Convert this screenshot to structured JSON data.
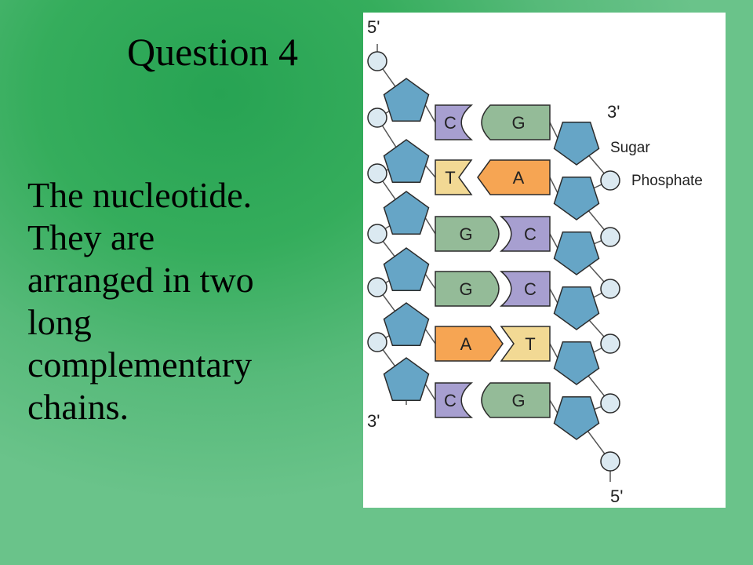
{
  "slide": {
    "title": "Question 4",
    "body_lines": [
      "The nucleotide.",
      "They are",
      "arranged in two",
      "long",
      "complementary",
      "chains."
    ]
  },
  "diagram": {
    "end_labels": {
      "left_top": "5'",
      "left_bottom": "3'",
      "right_top": "3'",
      "right_bottom": "5'"
    },
    "part_labels": {
      "sugar": "Sugar",
      "phosphate": "Phosphate"
    },
    "base_pairs": [
      {
        "left": "C",
        "right": "G"
      },
      {
        "left": "T",
        "right": "A"
      },
      {
        "left": "G",
        "right": "C"
      },
      {
        "left": "G",
        "right": "C"
      },
      {
        "left": "A",
        "right": "T"
      },
      {
        "left": "C",
        "right": "G"
      }
    ],
    "colors": {
      "C": "#a79fd0",
      "G": "#94bb98",
      "T": "#f2d994",
      "A": "#f6a553",
      "sugar": "#66a5c6",
      "phosphate": "#dbe9f1",
      "outline": "#2b2b2b"
    }
  }
}
